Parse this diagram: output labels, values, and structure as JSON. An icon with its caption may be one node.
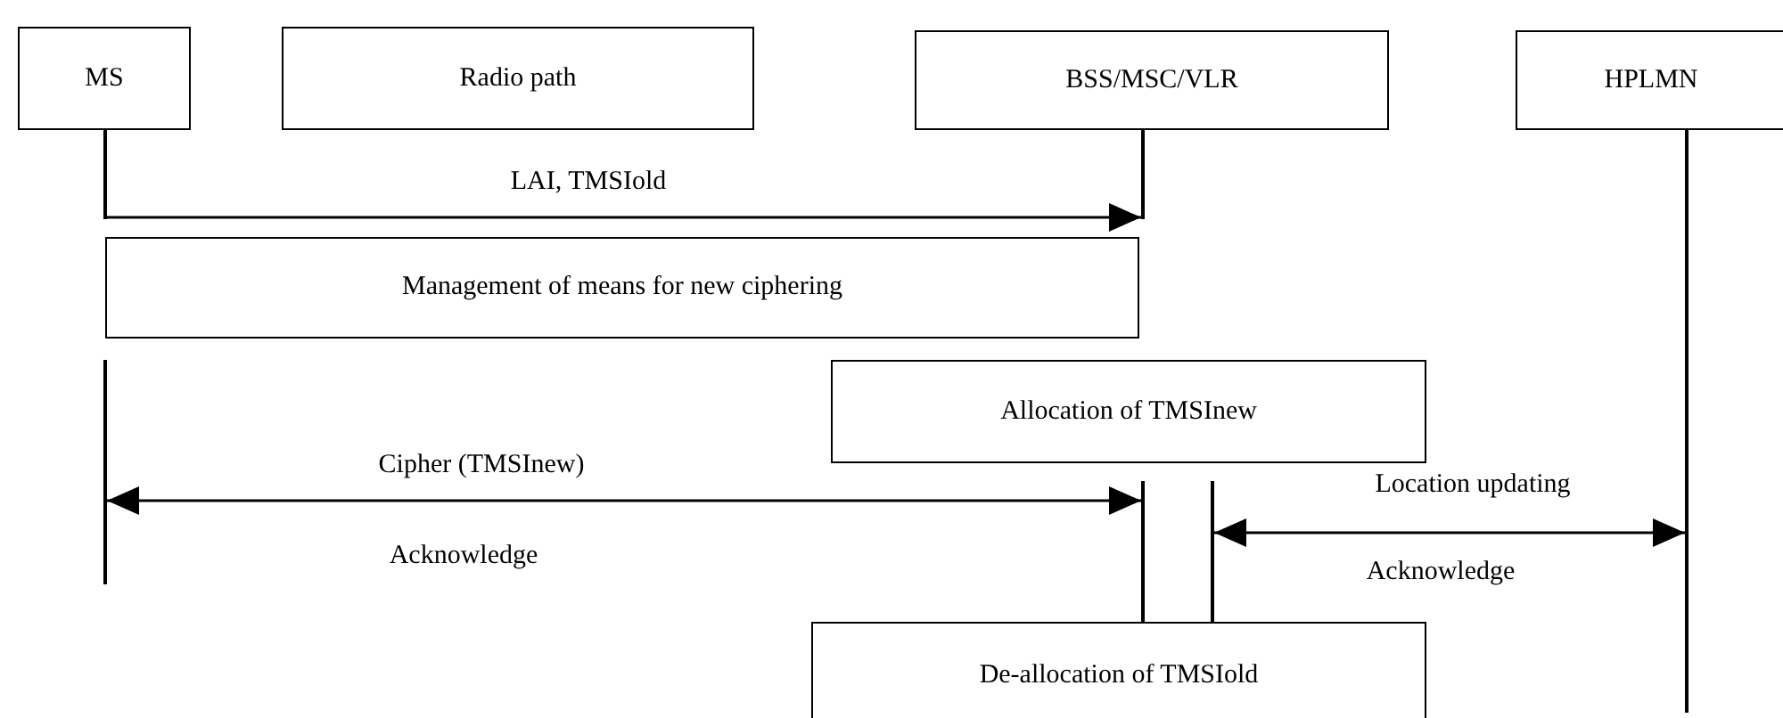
{
  "diagram": {
    "nodes": [
      {
        "text": [
          "MS"
        ]
      },
      {
        "text": [
          "Radio path"
        ]
      },
      {
        "text": [
          "BSS/MSC/VLR"
        ]
      },
      {
        "text": [
          "HPLMN"
        ]
      },
      {
        "text": [
          "Management of means for new ciphering"
        ]
      },
      {
        "text": [
          "Allocation of TMSInew"
        ]
      },
      {
        "text": [
          "De-allocation of TMSIold"
        ]
      },
      {
        "text": [],
        "shape": "line"
      },
      {
        "text": [],
        "shape": "line"
      },
      {
        "text": [],
        "shape": "line"
      },
      {
        "text": [],
        "shape": "line"
      },
      {
        "text": [],
        "shape": "line"
      },
      {
        "text": [],
        "shape": "line"
      }
    ],
    "edges": [
      {
        "from": 7,
        "to": 8,
        "arrow": "to",
        "label": "LAI, TMSIold"
      },
      {
        "from": 10,
        "to": 11,
        "arrow": "both",
        "label": "Cipher (TMSInew)"
      },
      {
        "from": 12,
        "to": 9,
        "arrow": "both",
        "label": "Location updating"
      }
    ],
    "labels": [
      "Acknowledge",
      "Acknowledge"
    ]
  }
}
